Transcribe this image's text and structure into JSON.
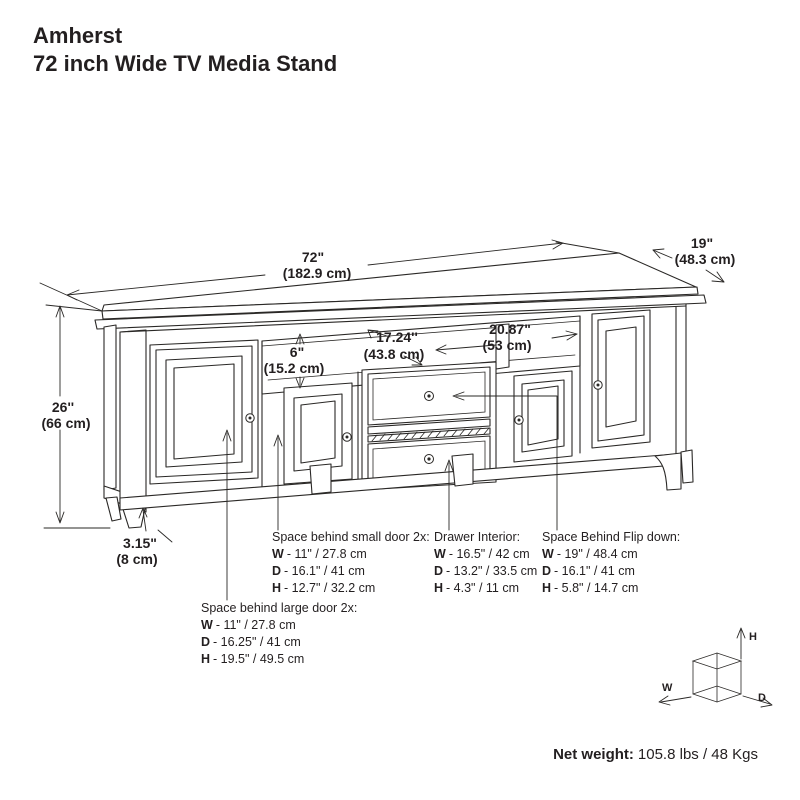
{
  "header": {
    "title_line1": "Amherst",
    "title_line2": "72 inch Wide TV Media Stand"
  },
  "overall_dimensions": {
    "width_in": "72\"",
    "width_cm": "(182.9 cm)",
    "depth_in": "19\"",
    "depth_cm": "(48.3 cm)",
    "height_in": "26''",
    "height_cm": "(66 cm)",
    "leg_in": "3.15\"",
    "leg_cm": "(8 cm)"
  },
  "interior_dimensions": {
    "shelf_height_in": "6\"",
    "shelf_height_cm": "(15.2 cm)",
    "left_opening_in": "17.24''",
    "left_opening_cm": "(43.8 cm)",
    "right_opening_in": "20.87\"",
    "right_opening_cm": "(53 cm)"
  },
  "spec_blocks": [
    {
      "title": "Space behind small door 2x:",
      "rows": [
        {
          "k": "W",
          "v": "- 11\" / 27.8 cm"
        },
        {
          "k": "D",
          "v": "- 16.1\" / 41 cm"
        },
        {
          "k": "H",
          "v": "- 12.7\" / 32.2 cm"
        }
      ]
    },
    {
      "title": "Drawer Interior:",
      "rows": [
        {
          "k": "W",
          "v": "- 16.5\" / 42 cm"
        },
        {
          "k": "D",
          "v": "- 13.2\" / 33.5 cm"
        },
        {
          "k": "H",
          "v": "- 4.3\" / 11 cm"
        }
      ]
    },
    {
      "title": "Space Behind Flip down:",
      "rows": [
        {
          "k": "W",
          "v": "- 19\" / 48.4 cm"
        },
        {
          "k": "D",
          "v": "- 16.1\" / 41 cm"
        },
        {
          "k": "H",
          "v": "- 5.8\" / 14.7 cm"
        }
      ]
    },
    {
      "title": "Space behind large door 2x:",
      "rows": [
        {
          "k": "W",
          "v": "- 11\" / 27.8 cm"
        },
        {
          "k": "D",
          "v": "- 16.25\" / 41 cm"
        },
        {
          "k": "H",
          "v": "- 19.5\" / 49.5 cm"
        }
      ]
    }
  ],
  "net_weight": {
    "label": "Net weight:",
    "value": "105.8 lbs / 48 Kgs"
  },
  "cube_axes": {
    "w": "W",
    "h": "H",
    "d": "D"
  },
  "colors": {
    "line": "#2a2826",
    "text": "#231f20",
    "background": "#ffffff"
  }
}
